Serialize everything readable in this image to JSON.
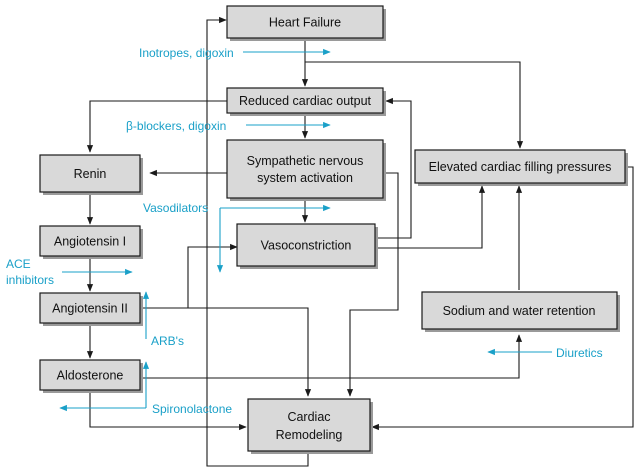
{
  "colors": {
    "black": "#1a1a1a",
    "drug": "#1aa0c8",
    "box_fill": "#d9d9d9"
  },
  "nodes": {
    "heart_failure": "Heart Failure",
    "reduced_output": "Reduced cardiac output",
    "sympathetic_line1": "Sympathetic nervous",
    "sympathetic_line2": "system activation",
    "renin": "Renin",
    "angiotensin1": "Angiotensin I",
    "angiotensin2": "Angiotensin II",
    "aldosterone": "Aldosterone",
    "vasoconstriction": "Vasoconstriction",
    "elevated_pressures": "Elevated cardiac filling pressures",
    "sodium_retention": "Sodium and water retention",
    "remodeling_line1": "Cardiac",
    "remodeling_line2": "Remodeling"
  },
  "drugs": {
    "inotropes": "Inotropes, digoxin",
    "beta_blockers": "β-blockers, digoxin",
    "vasodilators": "Vasodilators",
    "ace_line1": "ACE",
    "ace_line2": "inhibitors",
    "arbs": "ARB's",
    "diuretics": "Diuretics",
    "spironolactone": "Spironolactone"
  }
}
